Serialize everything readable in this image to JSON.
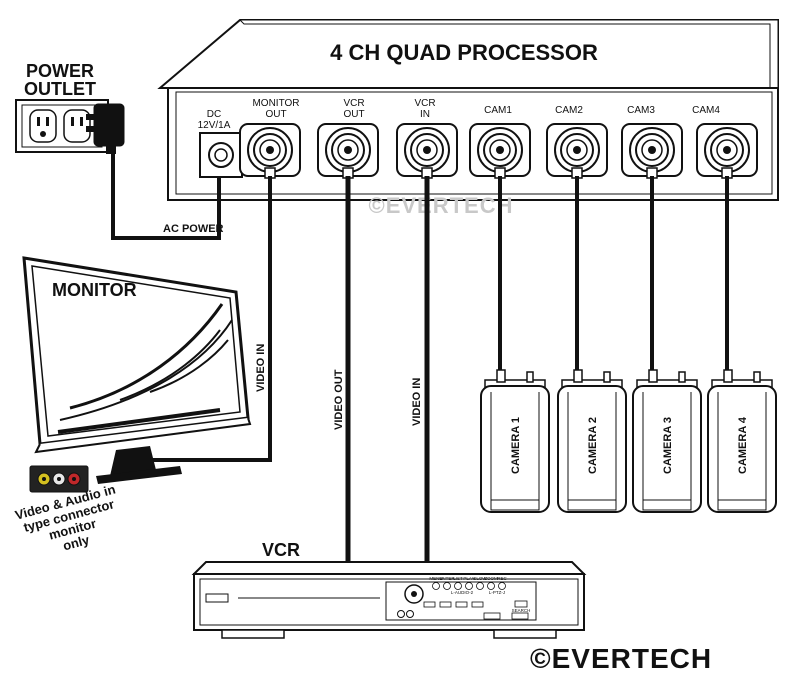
{
  "processor": {
    "title": "4 CH QUAD PROCESSOR",
    "ports": [
      {
        "id": "dc",
        "line1": "DC",
        "line2": "12V/1A"
      },
      {
        "id": "monitor-out",
        "line1": "MONITOR",
        "line2": "OUT"
      },
      {
        "id": "vcr-out",
        "line1": "VCR",
        "line2": "OUT"
      },
      {
        "id": "vcr-in",
        "line1": "VCR",
        "line2": "IN"
      },
      {
        "id": "cam1",
        "line1": "CAM1",
        "line2": ""
      },
      {
        "id": "cam2",
        "line1": "CAM2",
        "line2": ""
      },
      {
        "id": "cam3",
        "line1": "CAM3",
        "line2": ""
      },
      {
        "id": "cam4",
        "line1": "CAM4",
        "line2": ""
      }
    ]
  },
  "power_outlet": {
    "line1": "POWER",
    "line2": "OUTLET"
  },
  "wires": {
    "ac_power": "AC POWER",
    "monitor_video_in": "VIDEO IN",
    "vcr_video_out": "VIDEO OUT",
    "vcr_video_in": "VIDEO IN"
  },
  "monitor": {
    "label": "MONITOR"
  },
  "connector_note": {
    "lines": [
      "Video & Audio in",
      "type connector",
      "monitor",
      "only"
    ]
  },
  "cameras": [
    "CAMERA 1",
    "CAMERA 2",
    "CAMERA 3",
    "CAMERA 4"
  ],
  "vcr": {
    "label": "VCR",
    "button_labels_top": [
      "MENU",
      "ENTER",
      "LIST",
      "PLAY",
      "SLOW",
      "ZOOM",
      "REC"
    ],
    "button_labels_bottom": [
      "L-AUDIO-2",
      "L-PTZ-J",
      "SEARCH"
    ]
  },
  "brand": {
    "watermark": "©EVERTECH",
    "logo": "©EVERTECH"
  }
}
